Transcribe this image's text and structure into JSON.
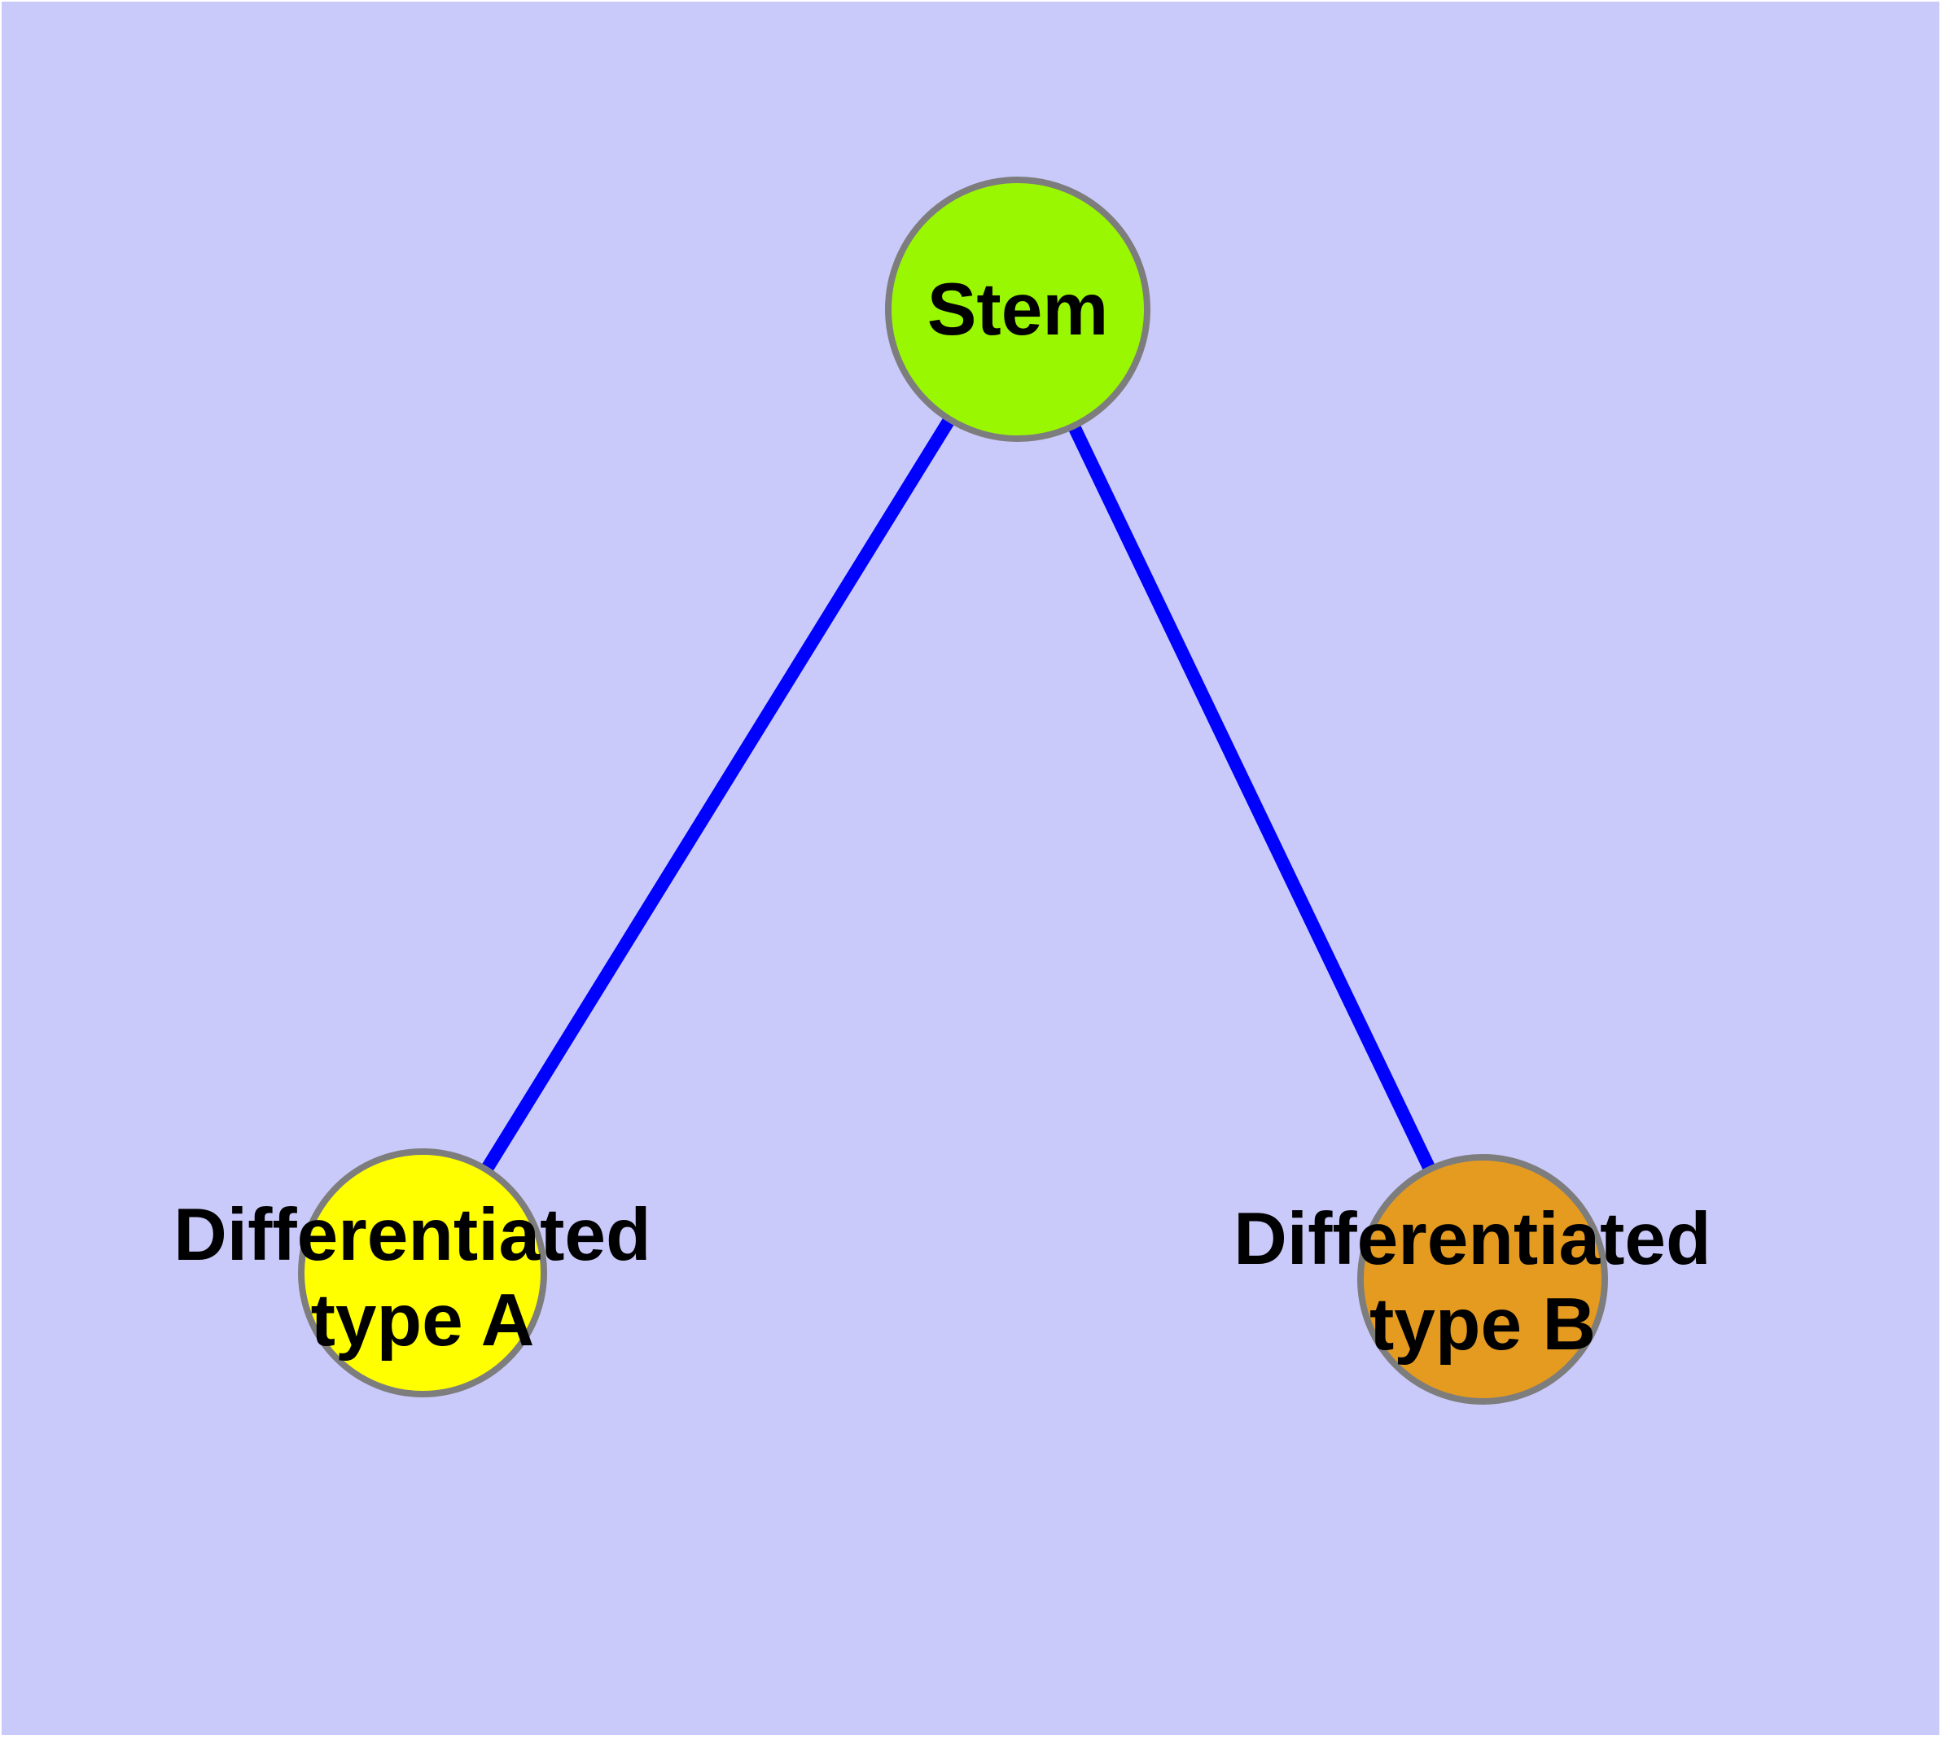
{
  "diagram": {
    "title": "",
    "background_color": "#CACAFA",
    "page_margin_color": "#FFFFFF",
    "edge_color": "#0000FF",
    "node_border_color": "#7D7D7D",
    "label_color": "#000000",
    "nodes": [
      {
        "id": "stem",
        "label": "Stem",
        "fill": "#9AF702"
      },
      {
        "id": "differentiated-type-a",
        "label_line1": "Differentiated",
        "label_line2": "type A",
        "fill": "#FFFF00"
      },
      {
        "id": "differentiated-type-b",
        "label_line1": "Differentiated",
        "label_line2": "type B",
        "fill": "#E59B20"
      }
    ],
    "edges": [
      {
        "from": "stem",
        "to": "differentiated-type-a"
      },
      {
        "from": "stem",
        "to": "differentiated-type-b"
      }
    ]
  }
}
